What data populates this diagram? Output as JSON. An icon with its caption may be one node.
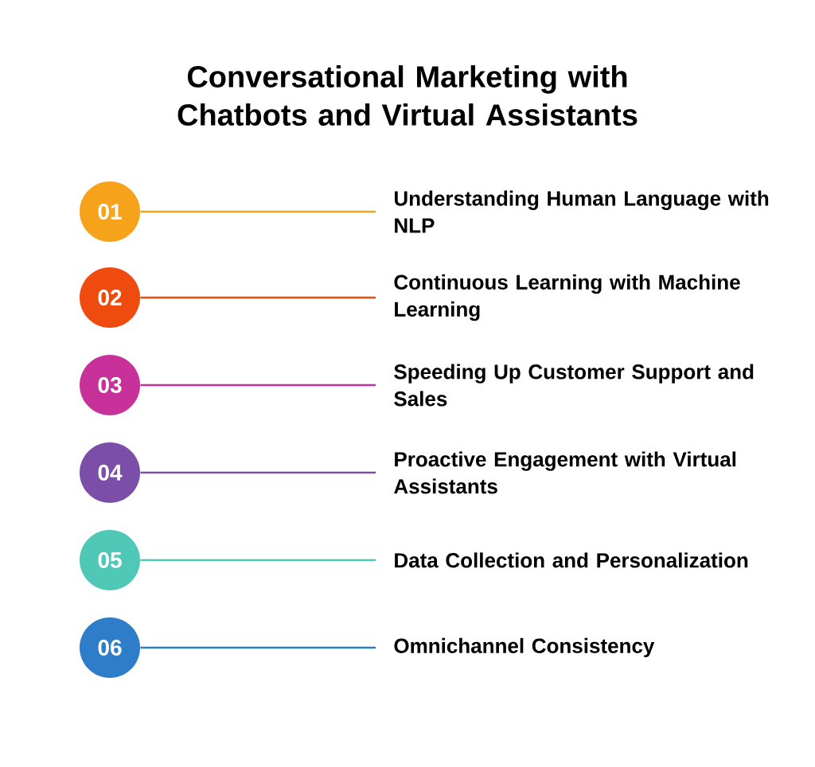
{
  "diagram": {
    "title": "Conversational Marketing with Chatbots and Virtual Assistants",
    "nodes": [
      {
        "text": [
          "01"
        ]
      },
      {
        "text": [
          "Understanding Human Language with NLP"
        ]
      },
      {
        "text": [
          "02"
        ]
      },
      {
        "text": [
          "Continuous Learning with Machine Learning"
        ]
      },
      {
        "text": [
          "03"
        ]
      },
      {
        "text": [
          "Speeding Up Customer Support and Sales"
        ]
      },
      {
        "text": [
          "04"
        ]
      },
      {
        "text": [
          "Proactive Engagement with Virtual Assistants"
        ]
      },
      {
        "text": [
          "05"
        ]
      },
      {
        "text": [
          "Data Collection and Personalization"
        ]
      },
      {
        "text": [
          "06"
        ]
      },
      {
        "text": [
          "Omnichannel Consistency"
        ]
      }
    ],
    "edges": [
      {
        "from": 0,
        "to": 1,
        "arrow": "none",
        "color": "#f7a21b"
      },
      {
        "from": 2,
        "to": 3,
        "arrow": "none",
        "color": "#ef4b0e"
      },
      {
        "from": 4,
        "to": 5,
        "arrow": "none",
        "color": "#c8309a"
      },
      {
        "from": 6,
        "to": 7,
        "arrow": "none",
        "color": "#7b4fa8"
      },
      {
        "from": 8,
        "to": 9,
        "arrow": "none",
        "color": "#4fc8b8"
      },
      {
        "from": 10,
        "to": 11,
        "arrow": "none",
        "color": "#2e7dc8"
      }
    ]
  }
}
